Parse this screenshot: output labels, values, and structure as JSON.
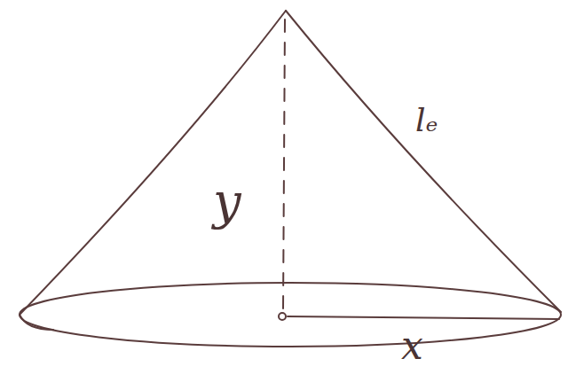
{
  "diagram": {
    "labels": [
      "y",
      "lₑ",
      "x"
    ]
  }
}
